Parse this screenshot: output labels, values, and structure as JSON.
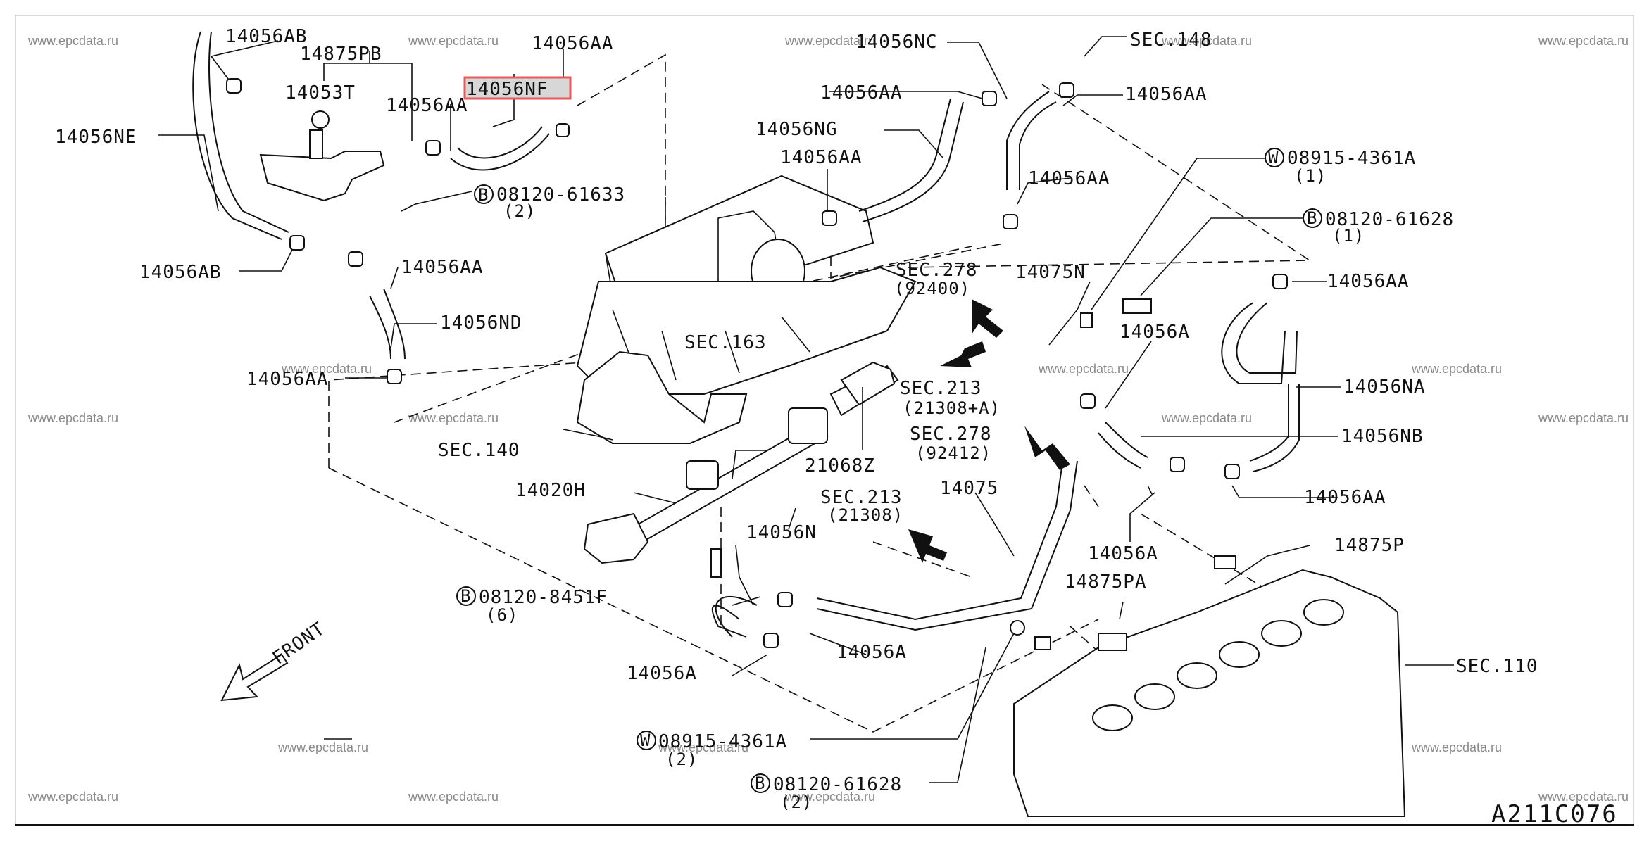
{
  "diagram_code": "A211C076",
  "watermark": "www.epcdata.ru",
  "highlight_color": "#e8595b",
  "parts": {
    "p14056AB_top": "14056AB",
    "p14875PB": "14875PB",
    "p14056AA_top": "14056AA",
    "p14056NF": "14056NF",
    "p14053T": "14053T",
    "p14056AA_a": "14056AA",
    "p14056NE": "14056NE",
    "p08120_61633": "08120-61633",
    "p08120_61633_qty": "(2)",
    "p14056AB_left": "14056AB",
    "p14056AA_b": "14056AA",
    "p14056ND": "14056ND",
    "p14056AA_c": "14056AA",
    "p14056NC": "14056NC",
    "sec148": "SEC.148",
    "p14056AA_d": "14056AA",
    "p14056AA_e": "14056AA",
    "p14056NG": "14056NG",
    "p14056AA_f": "14056AA",
    "p14056AA_g": "14056AA",
    "p08915_4361A_top": "08915-4361A",
    "p08915_4361A_top_qty": "(1)",
    "p08120_61628_top": "08120-61628",
    "p08120_61628_top_qty": "(1)",
    "sec278_a": "SEC.278",
    "sec278_a_sub": "(92400)",
    "p14075N": "14075N",
    "p14056AA_h": "14056AA",
    "sec163": "SEC.163",
    "p14056A_a": "14056A",
    "p14056NA": "14056NA",
    "sec213_a": "SEC.213",
    "sec213_a_sub": "(21308+A)",
    "sec278_b": "SEC.278",
    "sec278_b_sub": "(92412)",
    "p14056NB": "14056NB",
    "sec140": "SEC.140",
    "p21068Z": "21068Z",
    "p14056AA_i": "14056AA",
    "p14020H": "14020H",
    "sec213_b": "SEC.213",
    "sec213_b_sub": "(21308)",
    "p14075": "14075",
    "p14056A_b": "14056A",
    "p14875P": "14875P",
    "p14056N": "14056N",
    "p14875PA": "14875PA",
    "p08120_8451F": "08120-8451F",
    "p08120_8451F_qty": "(6)",
    "p14056A_c": "14056A",
    "p14056A_d": "14056A",
    "sec110": "SEC.110",
    "p08915_4361A_bot": "08915-4361A",
    "p08915_4361A_bot_qty": "(2)",
    "p08120_61628_bot": "08120-61628",
    "p08120_61628_bot_qty": "(2)",
    "front": "FRONT",
    "badge_b": "B",
    "badge_w": "W"
  }
}
